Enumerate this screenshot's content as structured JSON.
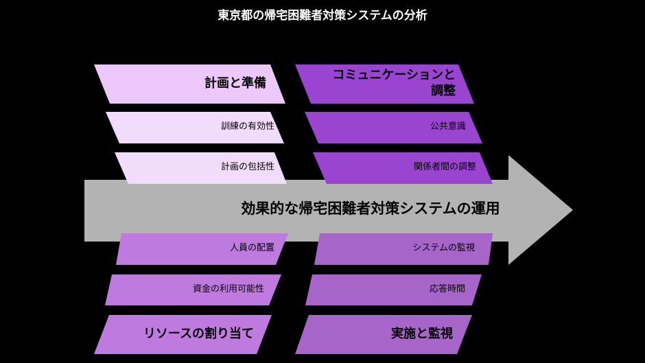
{
  "title": "東京都の帰宅困難者対策システムの分析",
  "spine": "効果的な帰宅困難者対策システムの運用",
  "colors": {
    "background": "#000000",
    "spine": "#b3b3b3",
    "light_card": "#ecc8fb",
    "pale_card": "#f2dcfb",
    "mid_card": "#bf7ae0",
    "strong_card": "#9a45d2",
    "bottom_card": "#a765c9"
  },
  "categories": {
    "planning": {
      "label": "計画と準備",
      "items": [
        "訓練の有効性",
        "計画の包括性"
      ]
    },
    "communication": {
      "label": "コミュニケーションと\n調整",
      "items": [
        "公共意識",
        "関係者間の調整"
      ]
    },
    "resources": {
      "label": "リソースの割り当て",
      "items": [
        "人員の配置",
        "資金の利用可能性"
      ]
    },
    "monitoring": {
      "label": "実施と監視",
      "items": [
        "システムの監視",
        "応答時間"
      ]
    }
  }
}
